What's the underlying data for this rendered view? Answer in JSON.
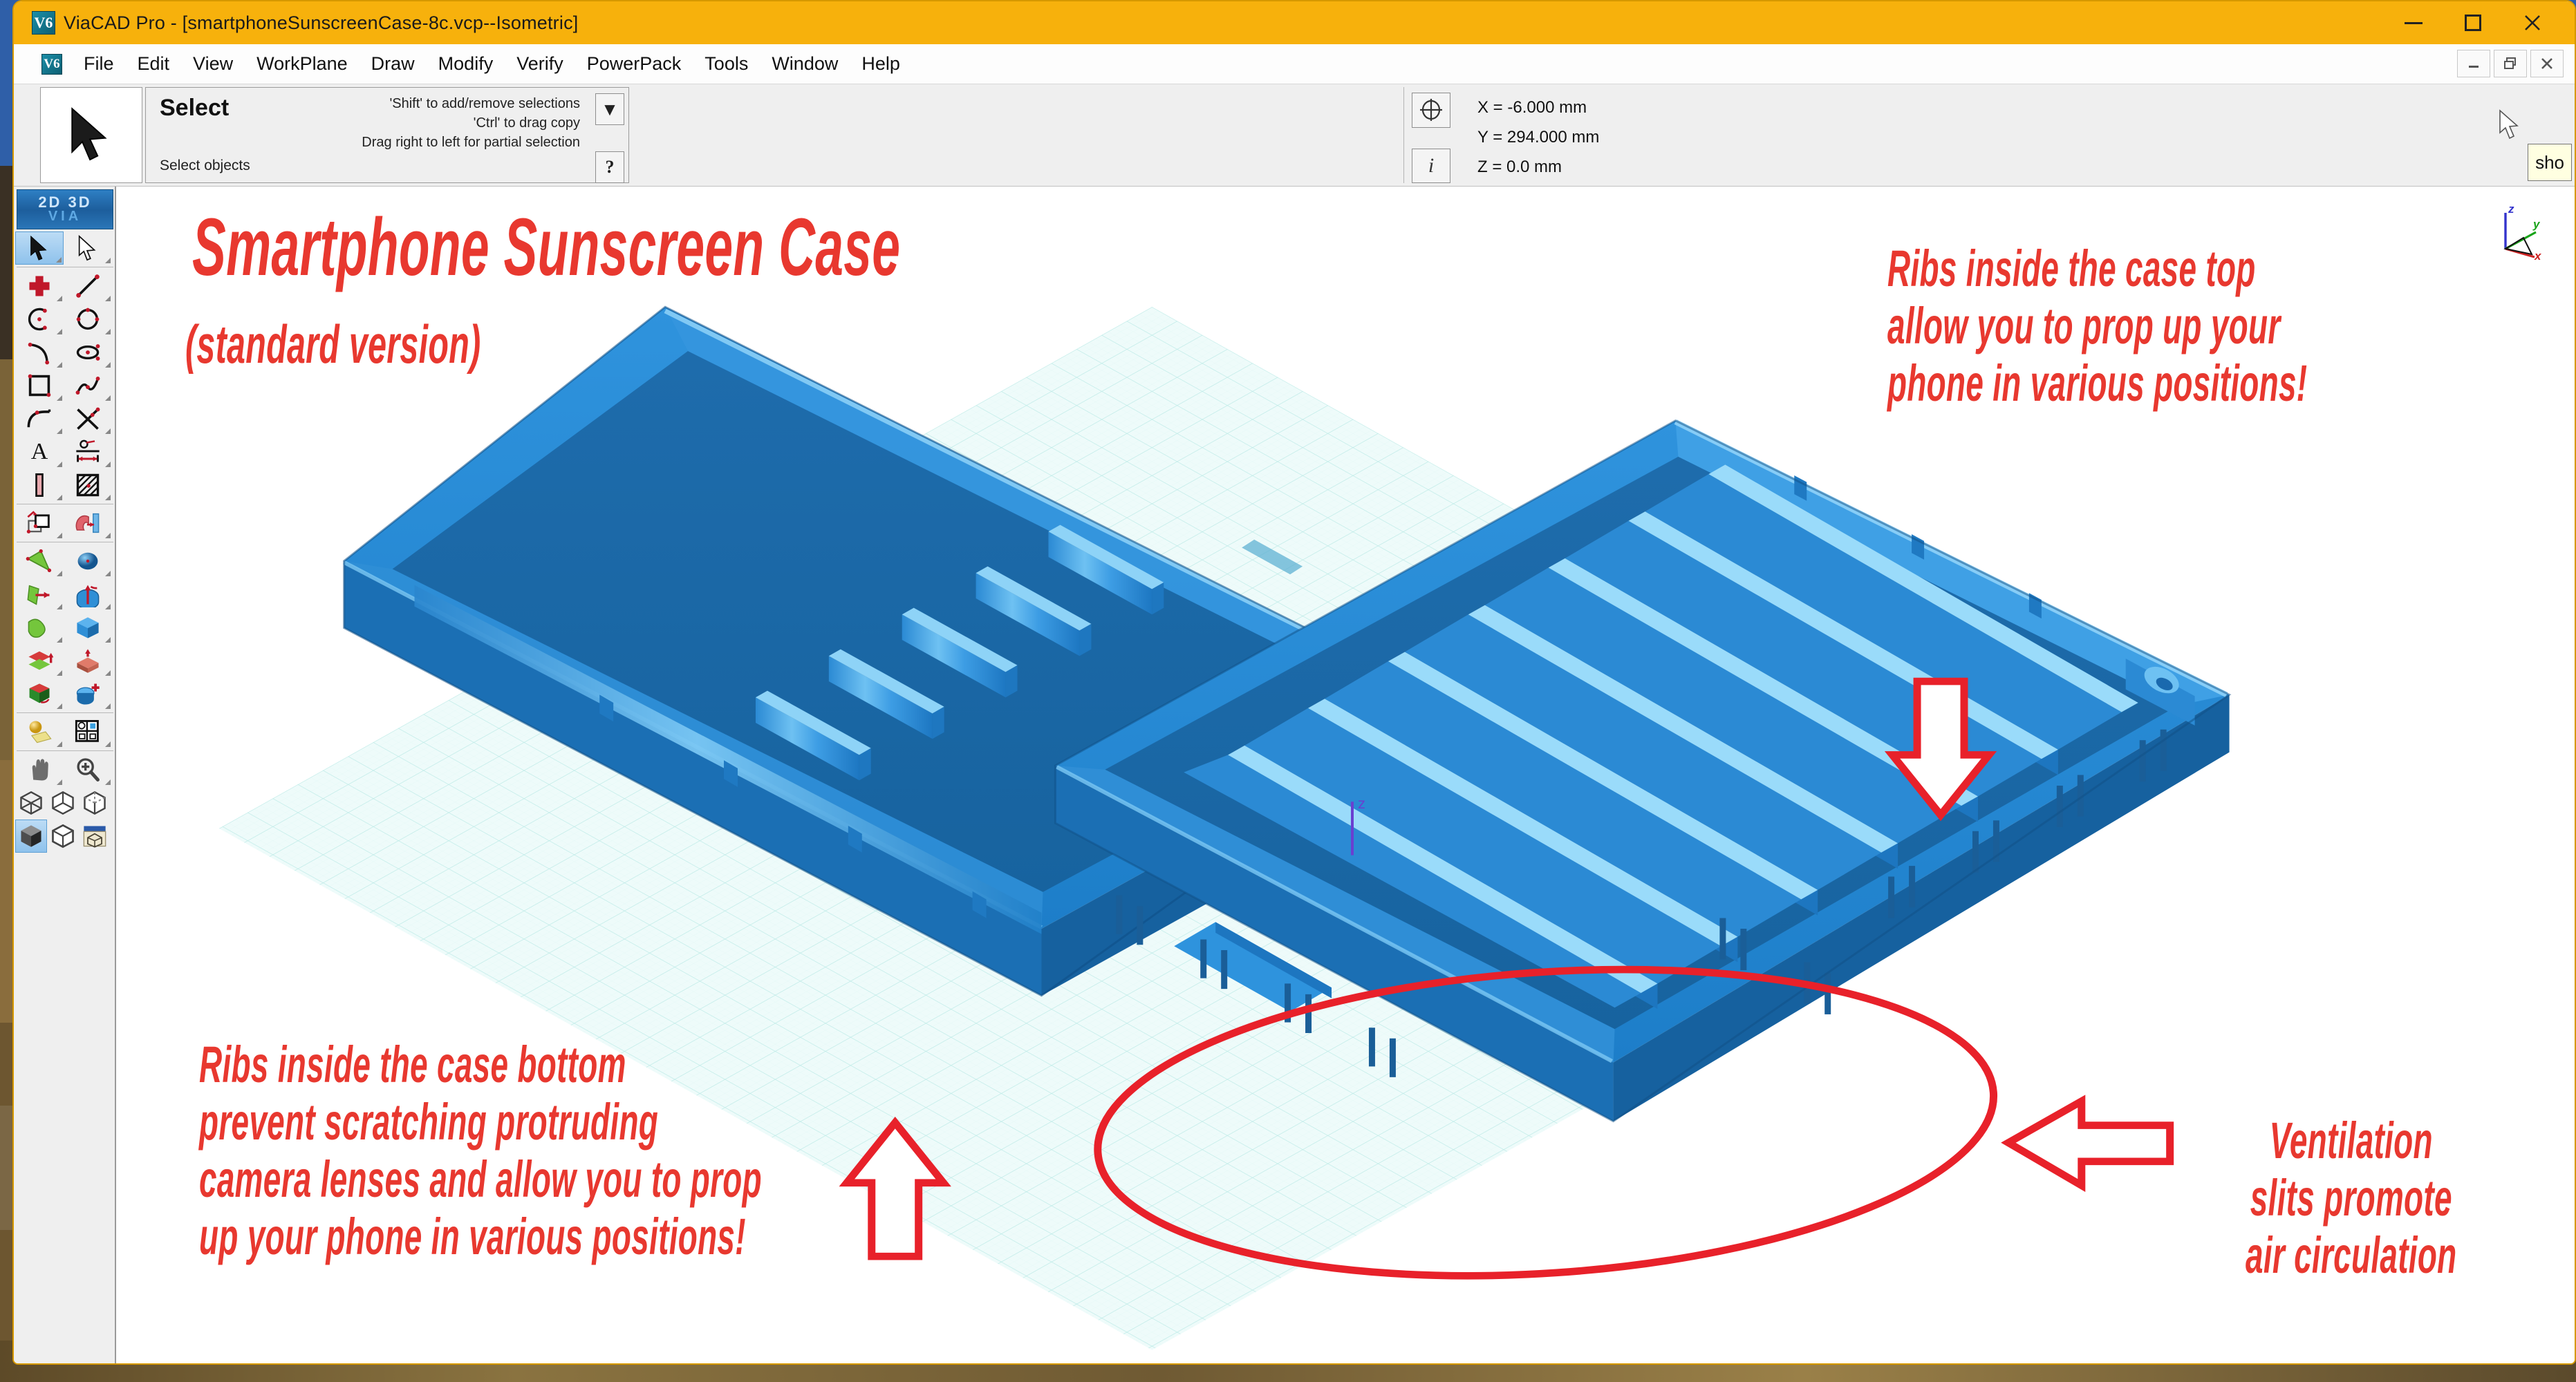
{
  "window": {
    "title": "ViaCAD Pro - [smartphoneSunscreenCase-8c.vcp--Isometric]",
    "logo_text": "V6",
    "accent_color": "#f7b10c",
    "controls": {
      "minimize": "–",
      "maximize": "□",
      "close": "✕"
    },
    "mdi_controls": {
      "minimize": "–",
      "restore": "❐",
      "close": "✕"
    }
  },
  "menu": {
    "items": [
      {
        "label": "File"
      },
      {
        "label": "Edit"
      },
      {
        "label": "View"
      },
      {
        "label": "WorkPlane"
      },
      {
        "label": "Draw"
      },
      {
        "label": "Modify"
      },
      {
        "label": "Verify"
      },
      {
        "label": "PowerPack"
      },
      {
        "label": "Tools"
      },
      {
        "label": "Window"
      },
      {
        "label": "Help"
      }
    ]
  },
  "prompt": {
    "tool_name": "Select",
    "status": "Select objects",
    "hints": [
      "'Shift' to add/remove selections",
      "'Ctrl' to drag copy",
      "Drag right to left for partial selection"
    ],
    "dropdown_glyph": "▼",
    "help_glyph": "?"
  },
  "coordinates": {
    "x": "X = -6.000 mm",
    "y": "Y = 294.000 mm",
    "z": "Z = 0.0 mm"
  },
  "tooltip": {
    "text": "sho"
  },
  "toolbar": {
    "banner_line1": "2D  3D",
    "banner_line2": "VIA",
    "groups": [
      {
        "name": "selection",
        "tools": [
          {
            "name": "select-arrow-tool",
            "selected": true
          },
          {
            "name": "select-outline-arrow-tool",
            "selected": false
          }
        ]
      },
      {
        "name": "draw-2d",
        "tools": [
          {
            "name": "point-tool",
            "selected": false
          },
          {
            "name": "line-tool",
            "selected": false
          },
          {
            "name": "arc-tool",
            "selected": false
          },
          {
            "name": "circle-tool",
            "selected": false
          },
          {
            "name": "arc-tangent-tool",
            "selected": false
          },
          {
            "name": "ellipse-tool",
            "selected": false
          },
          {
            "name": "rectangle-tool",
            "selected": false
          },
          {
            "name": "spline-tool",
            "selected": false
          },
          {
            "name": "fillet-tool",
            "selected": false
          },
          {
            "name": "trim-tool",
            "selected": false
          },
          {
            "name": "text-tool",
            "selected": false
          },
          {
            "name": "dimension-tool",
            "selected": false
          },
          {
            "name": "wall-tool",
            "selected": false
          },
          {
            "name": "hatch-tool",
            "selected": false
          }
        ]
      },
      {
        "name": "transform",
        "tools": [
          {
            "name": "move-copy-tool",
            "selected": false
          },
          {
            "name": "magnet-snap-tool",
            "selected": false
          }
        ]
      },
      {
        "name": "solids-3d",
        "tools": [
          {
            "name": "mesh-surface-tool",
            "selected": false
          },
          {
            "name": "sphere-tool",
            "selected": false
          },
          {
            "name": "extrude-surface-tool",
            "selected": false
          },
          {
            "name": "revolve-tool",
            "selected": false
          },
          {
            "name": "loft-surface-tool",
            "selected": false
          },
          {
            "name": "box-tool",
            "selected": false
          },
          {
            "name": "loft-solid-tool",
            "selected": false
          },
          {
            "name": "extrude-solid-tool",
            "selected": false
          },
          {
            "name": "shell-tool",
            "selected": false
          },
          {
            "name": "boolean-add-tool",
            "selected": false
          }
        ]
      },
      {
        "name": "render",
        "tools": [
          {
            "name": "material-render-tool",
            "selected": false
          },
          {
            "name": "view-layout-tool",
            "selected": false
          }
        ]
      },
      {
        "name": "navigate",
        "tools": [
          {
            "name": "pan-hand-tool",
            "selected": false
          },
          {
            "name": "zoom-magnifier-tool",
            "selected": false
          }
        ]
      },
      {
        "name": "views",
        "tools": [
          {
            "name": "wireframe-view-tool",
            "selected": false
          },
          {
            "name": "hidden-line-view-tool",
            "selected": false
          },
          {
            "name": "hidden-line-dashed-view-tool",
            "selected": false
          },
          {
            "name": "shaded-view-tool",
            "selected": true
          },
          {
            "name": "shaded-edges-view-tool",
            "selected": false
          },
          {
            "name": "render-preview-tool",
            "selected": false
          }
        ]
      }
    ]
  },
  "viewport": {
    "background_color": "#ffffff",
    "model_color": "#1f7fd0",
    "model_color_dark": "#15619f",
    "model_color_light": "#3d9ae4",
    "grid_color": "#bfe8e6",
    "workplane_fill": "#eefaf9",
    "annotation_color": "#e8382f",
    "axis_triad": {
      "z_label": "z",
      "z_color": "#3333cc",
      "y_label": "y",
      "y_color": "#19a319",
      "x_label": "x",
      "x_color": "#cc2222"
    },
    "annotations": {
      "title": "Smartphone Sunscreen Case",
      "subtitle": "(standard version)",
      "top_right": "Ribs inside the case top\nallow you to prop up your\nphone in various positions!",
      "bottom_left": "Ribs inside the case bottom\nprevent scratching protruding\ncamera lenses and allow you to prop\nup your phone in various positions!",
      "ventilation": "Ventilation\nslits promote\nair circulation"
    },
    "markers": {
      "ellipse_highlight": "ventilation-slits-region",
      "arrow_down": "points-to-case-top-ribs",
      "arrow_up": "points-to-case-bottom-ribs",
      "arrow_left": "points-to-ventilation-slits"
    }
  }
}
